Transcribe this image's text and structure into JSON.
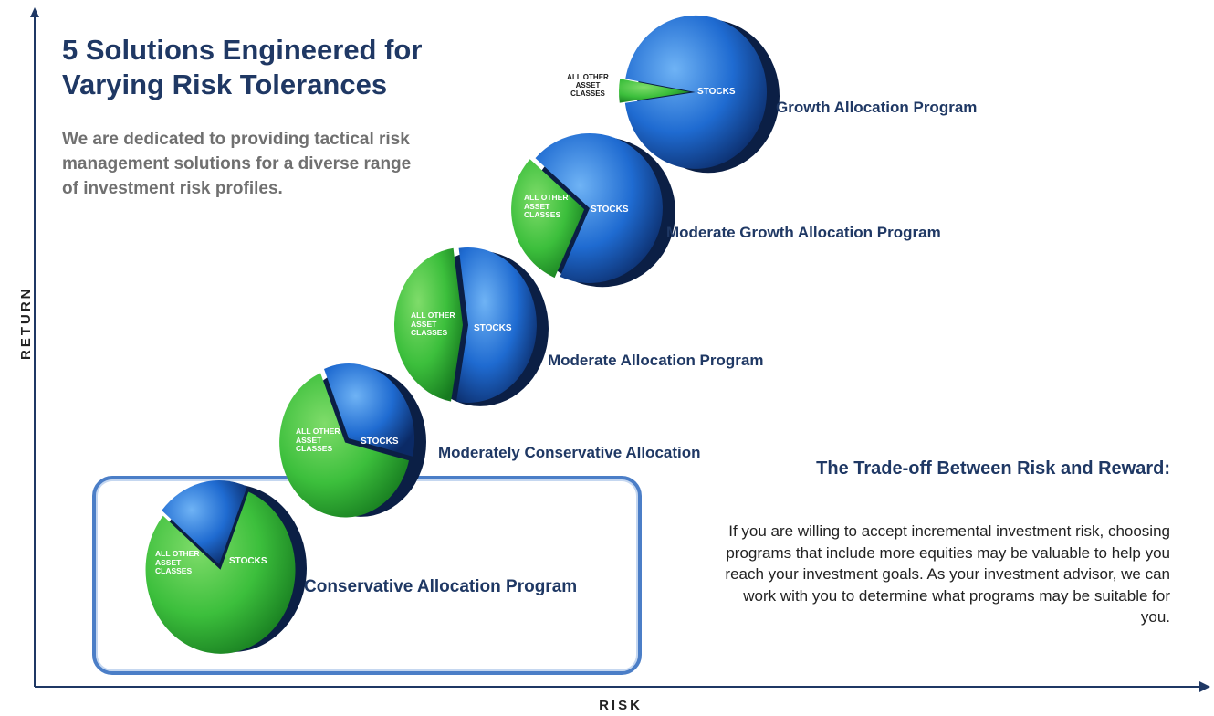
{
  "title": "5 Solutions Engineered for Varying Risk Tolerances",
  "intro": "We are dedicated to providing tactical risk management solutions for a diverse range of investment risk profiles.",
  "axes": {
    "y_label": "RETURN",
    "x_label": "RISK"
  },
  "slice_labels": {
    "other": "ALL OTHER ASSET CLASSES",
    "stocks": "STOCKS"
  },
  "colors": {
    "stocks": "#1f6bd1",
    "other": "#3cbf3c",
    "title": "#1f3864",
    "highlight_border": "#4b7ec7"
  },
  "tradeoff": {
    "title": "The Trade-off Between Risk and Reward:",
    "body": "If you are willing to accept incremental investment risk, choosing programs that include more equities may be valuable to help you reach your investment goals. As your investment advisor, we can work with you to determine what programs may be suitable for you."
  },
  "chart_data": {
    "type": "pie",
    "xlabel": "RISK",
    "ylabel": "RETURN",
    "slice_categories": [
      "ALL OTHER ASSET CLASSES",
      "STOCKS"
    ],
    "programs": [
      {
        "name": "Conservative Allocation Program",
        "stocks_pct": 20,
        "other_pct": 80,
        "highlighted": true
      },
      {
        "name": "Moderately Conservative Allocation",
        "stocks_pct": 35,
        "other_pct": 65,
        "highlighted": false
      },
      {
        "name": "Moderate Allocation Program",
        "stocks_pct": 55,
        "other_pct": 45,
        "highlighted": false
      },
      {
        "name": "Moderate Growth Allocation Program",
        "stocks_pct": 70,
        "other_pct": 30,
        "highlighted": false
      },
      {
        "name": "Growth Allocation Program",
        "stocks_pct": 95,
        "other_pct": 5,
        "highlighted": false
      }
    ]
  }
}
